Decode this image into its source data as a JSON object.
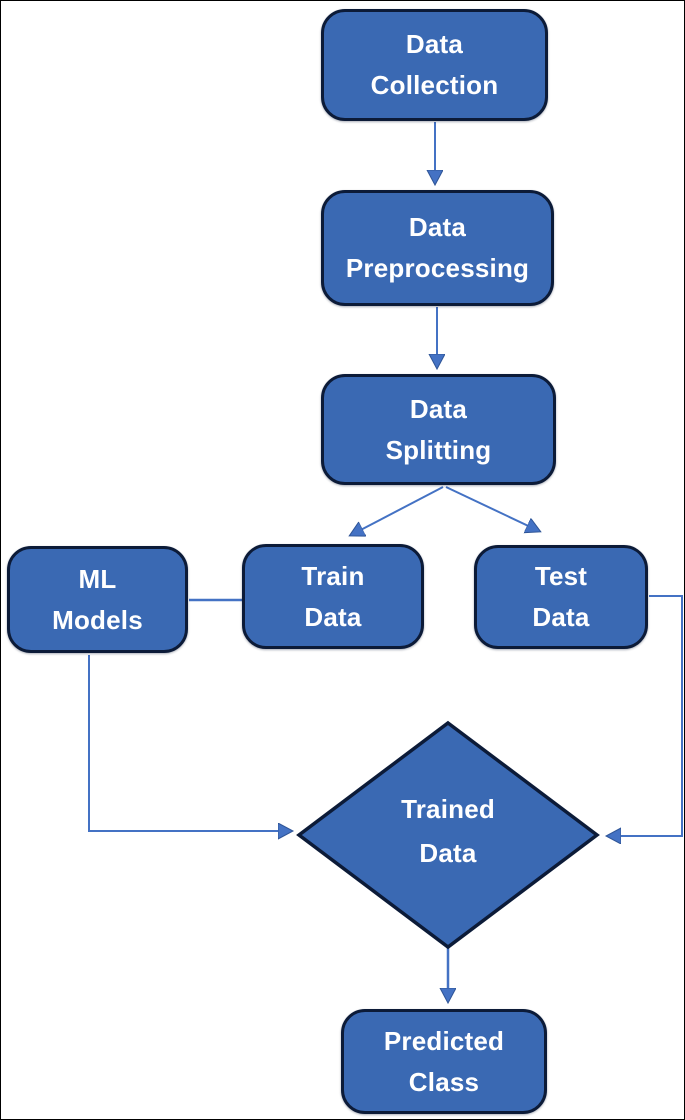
{
  "diagram": {
    "type": "flowchart",
    "description": "Machine learning pipeline flowchart",
    "colors": {
      "node_fill": "#3A69B3",
      "node_border": "#0C1B38",
      "connector": "#4472C4",
      "text": "#FFFFFF",
      "background": "#FFFFFF"
    },
    "nodes": {
      "data_collection": {
        "shape": "rounded-rect",
        "line1": "Data",
        "line2": "Collection"
      },
      "data_preprocessing": {
        "shape": "rounded-rect",
        "line1": "Data",
        "line2": "Preprocessing"
      },
      "data_splitting": {
        "shape": "rounded-rect",
        "line1": "Data",
        "line2": "Splitting"
      },
      "ml_models": {
        "shape": "rounded-rect",
        "line1": "ML",
        "line2": "Models"
      },
      "train_data": {
        "shape": "rounded-rect",
        "line1": "Train",
        "line2": "Data"
      },
      "test_data": {
        "shape": "rounded-rect",
        "line1": "Test",
        "line2": "Data"
      },
      "trained_data": {
        "shape": "diamond",
        "line1": "Trained",
        "line2": "Data"
      },
      "predicted_class": {
        "shape": "rounded-rect",
        "line1": "Predicted",
        "line2": "Class"
      }
    },
    "edges": [
      {
        "from": "data_collection",
        "to": "data_preprocessing",
        "style": "straight-arrow"
      },
      {
        "from": "data_preprocessing",
        "to": "data_splitting",
        "style": "straight-arrow"
      },
      {
        "from": "data_splitting",
        "to": "train_data",
        "style": "diagonal-arrow"
      },
      {
        "from": "data_splitting",
        "to": "test_data",
        "style": "diagonal-arrow"
      },
      {
        "from": "ml_models",
        "to": "train_data",
        "style": "plain-line"
      },
      {
        "from": "ml_models",
        "to": "trained_data",
        "style": "elbow-arrow"
      },
      {
        "from": "test_data",
        "to": "trained_data",
        "style": "elbow-arrow"
      },
      {
        "from": "trained_data",
        "to": "predicted_class",
        "style": "straight-arrow"
      }
    ]
  }
}
